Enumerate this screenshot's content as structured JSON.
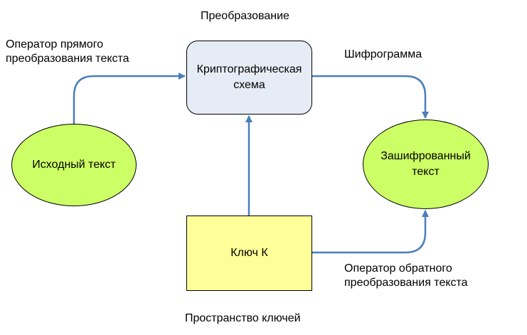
{
  "labels": {
    "top_title": "Преобразование",
    "forward_operator": "Оператор прямого\nпреобразования текста",
    "ciphergram": "Шифрограмма",
    "inverse_operator": "Оператор обратного\nпреобразования текста",
    "key_space": "Пространство ключей"
  },
  "nodes": {
    "crypto_scheme": "Криптографическая\nсхема",
    "plain_text": "Исходный текст",
    "encrypted_text": "Зашифрованный\nтекст",
    "key": "Ключ К"
  },
  "colors": {
    "edge": "#4a7ebb",
    "scheme_fill": "#e6ecf5",
    "ellipse_fill": "#ccff66",
    "key_fill": "#ffff99"
  }
}
